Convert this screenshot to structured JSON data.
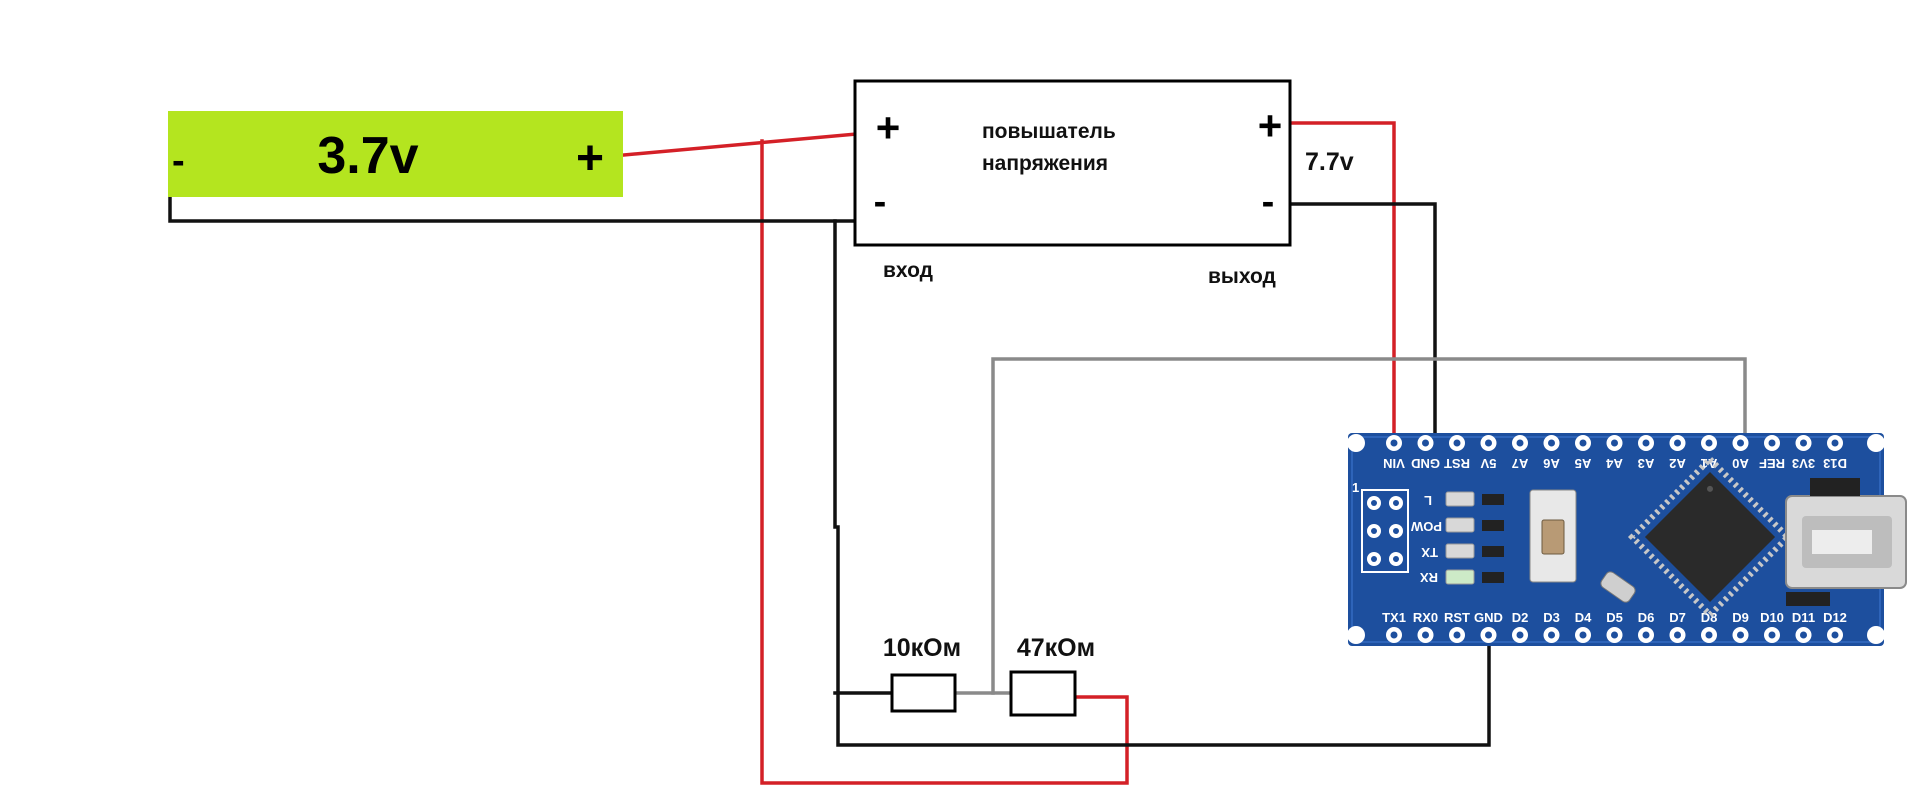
{
  "battery": {
    "voltage": "3.7v",
    "minus": "-",
    "plus": "+",
    "color": "#b4e51f"
  },
  "booster": {
    "title_line1": "повышатель",
    "title_line2": "напряжения",
    "in_plus": "+",
    "in_minus": "-",
    "out_plus": "+",
    "out_minus": "-",
    "input_label": "вход",
    "output_label": "выход",
    "output_voltage": "7.7v"
  },
  "resistors": {
    "r1": "10кОм",
    "r2": "47кОм"
  },
  "arduino": {
    "board_color": "#1d4f9e",
    "top_pins": [
      "VIN",
      "GND",
      "RST",
      "5V",
      "A7",
      "A6",
      "A5",
      "A4",
      "A3",
      "A2",
      "A1",
      "A0",
      "REF",
      "3V3",
      "D13"
    ],
    "bottom_pins": [
      "TX1",
      "RX0",
      "RST",
      "GND",
      "D2",
      "D3",
      "D4",
      "D5",
      "D6",
      "D7",
      "D8",
      "D9",
      "D10",
      "D11",
      "D12"
    ],
    "led_labels": [
      "L",
      "POW",
      "TX",
      "RX"
    ],
    "icsp_label": "1"
  },
  "colors": {
    "positive_wire": "#d42027",
    "ground_wire": "#111111",
    "signal_wire": "#8a8a8a"
  }
}
